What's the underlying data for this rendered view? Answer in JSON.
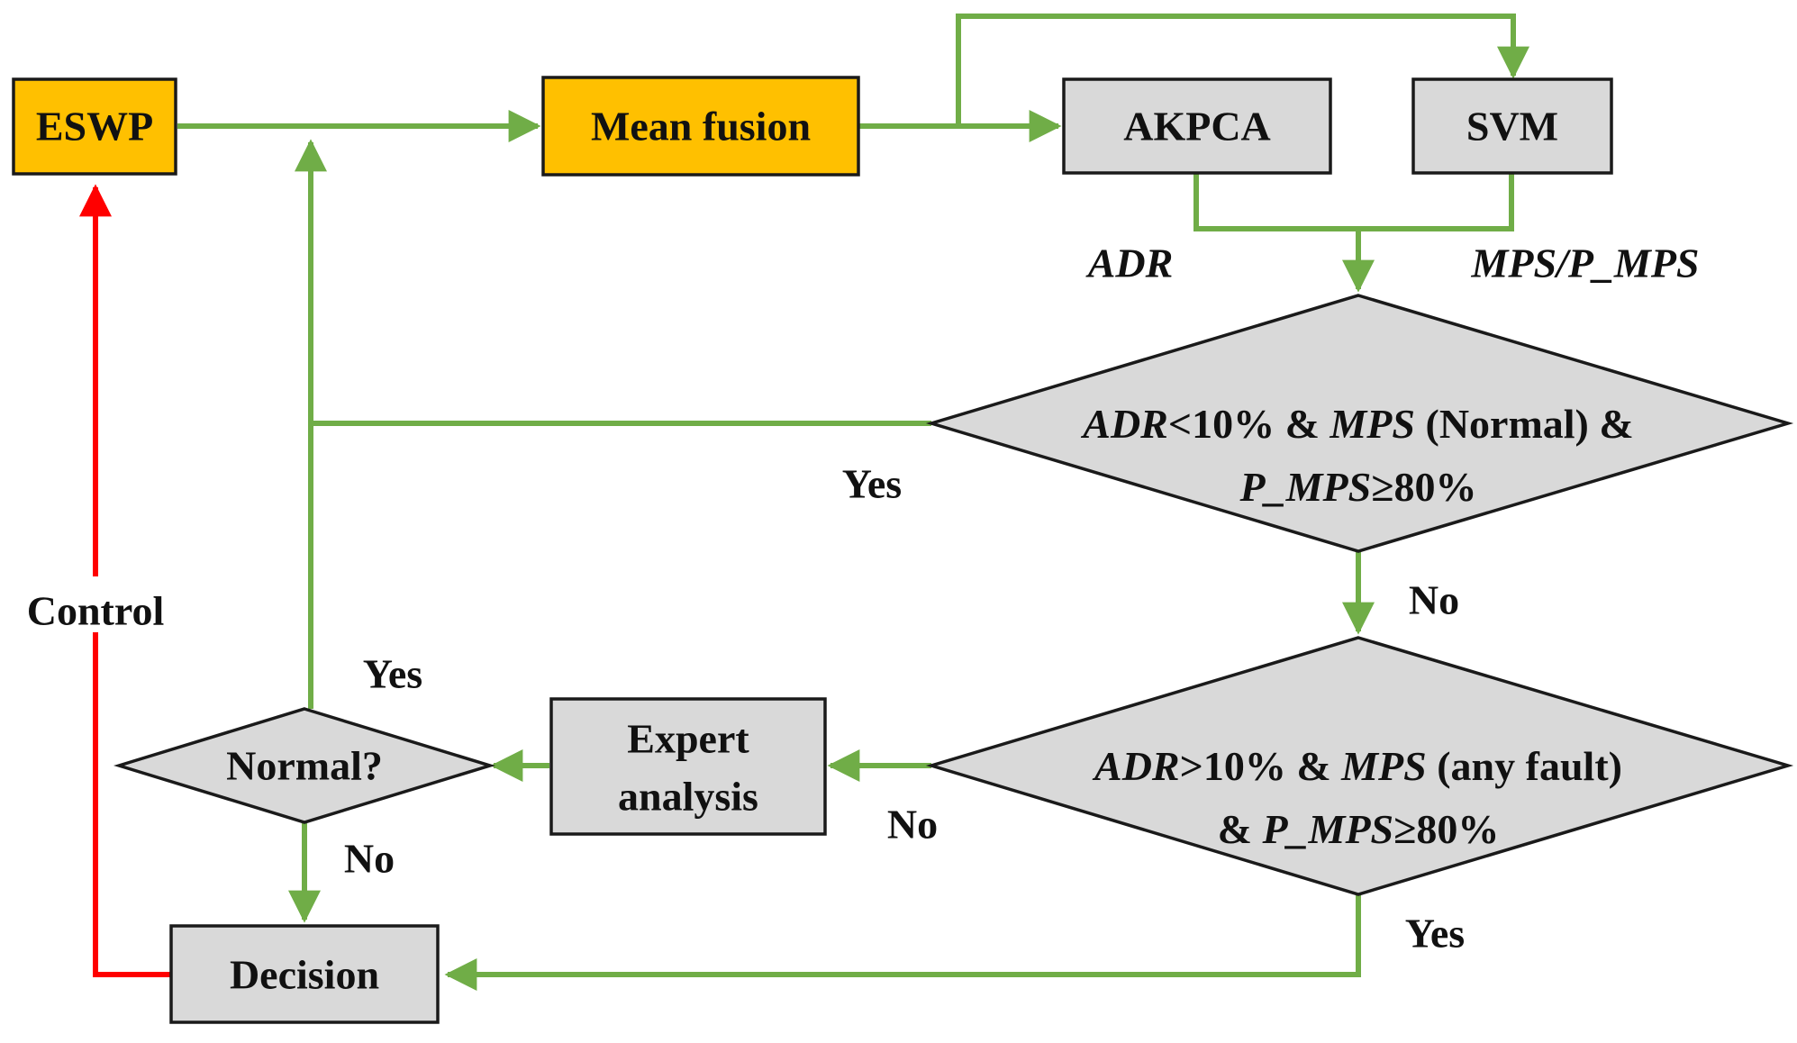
{
  "colors": {
    "accent_box": "#FFC000",
    "process_box": "#D9D9D9",
    "flow_arrow": "#70AD47",
    "control_arrow": "#FF0000"
  },
  "nodes": {
    "eswp": "ESWP",
    "mean_fusion": "Mean fusion",
    "akpca": "AKPCA",
    "svm": "SVM",
    "expert_line1": "Expert",
    "expert_line2": "analysis",
    "normal_q": "Normal?",
    "decision": "Decision"
  },
  "outputs": {
    "adr": "ADR",
    "mps": "MPS/P_MPS"
  },
  "condition1": {
    "l1_a": "ADR",
    "l1_b": "<10% & ",
    "l1_c": "MPS",
    "l1_d": " (Normal) &",
    "l2_a": "P_MPS",
    "l2_b": "≥80%"
  },
  "condition2": {
    "l1_a": "ADR",
    "l1_b": ">10% & ",
    "l1_c": "MPS",
    "l1_d": " (any fault)",
    "l2_a": "& ",
    "l2_b": "P_MPS",
    "l2_c": "≥80%"
  },
  "edge_labels": {
    "yes_cond1": "Yes",
    "no_cond1": "No",
    "yes_normal": "Yes",
    "no_cond2": "No",
    "no_normal": "No",
    "yes_cond2": "Yes",
    "control": "Control"
  }
}
